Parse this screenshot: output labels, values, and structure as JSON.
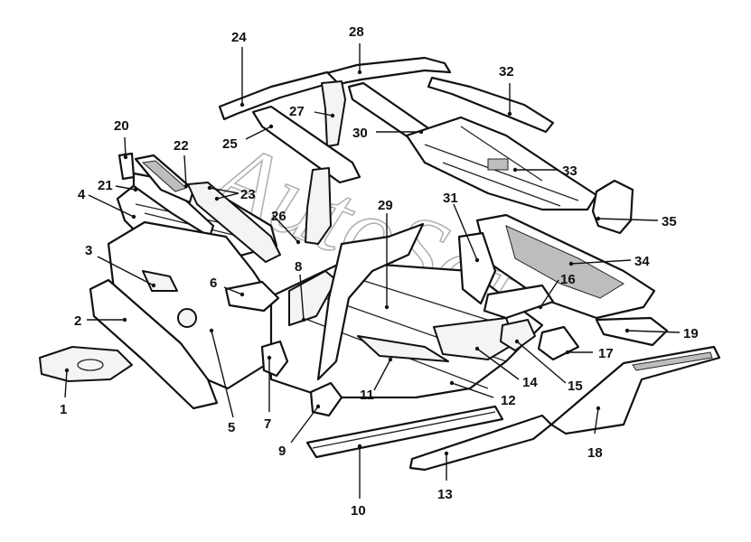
{
  "watermark": {
    "text": "AutoSoft"
  },
  "callouts": [
    {
      "id": "1",
      "label": "1"
    },
    {
      "id": "2",
      "label": "2"
    },
    {
      "id": "3",
      "label": "3"
    },
    {
      "id": "4",
      "label": "4"
    },
    {
      "id": "5",
      "label": "5"
    },
    {
      "id": "6",
      "label": "6"
    },
    {
      "id": "7",
      "label": "7"
    },
    {
      "id": "8",
      "label": "8"
    },
    {
      "id": "9",
      "label": "9"
    },
    {
      "id": "10",
      "label": "10"
    },
    {
      "id": "11",
      "label": "11"
    },
    {
      "id": "12",
      "label": "12"
    },
    {
      "id": "13",
      "label": "13"
    },
    {
      "id": "14",
      "label": "14"
    },
    {
      "id": "15",
      "label": "15"
    },
    {
      "id": "16",
      "label": "16"
    },
    {
      "id": "17",
      "label": "17"
    },
    {
      "id": "18",
      "label": "18"
    },
    {
      "id": "19",
      "label": "19"
    },
    {
      "id": "20",
      "label": "20"
    },
    {
      "id": "21",
      "label": "21"
    },
    {
      "id": "22",
      "label": "22"
    },
    {
      "id": "23",
      "label": "23"
    },
    {
      "id": "24",
      "label": "24"
    },
    {
      "id": "25",
      "label": "25"
    },
    {
      "id": "26",
      "label": "26"
    },
    {
      "id": "27",
      "label": "27"
    },
    {
      "id": "28",
      "label": "28"
    },
    {
      "id": "29",
      "label": "29"
    },
    {
      "id": "30",
      "label": "30"
    },
    {
      "id": "31",
      "label": "31"
    },
    {
      "id": "32",
      "label": "32"
    },
    {
      "id": "33",
      "label": "33"
    },
    {
      "id": "34",
      "label": "34"
    },
    {
      "id": "35",
      "label": "35"
    }
  ]
}
